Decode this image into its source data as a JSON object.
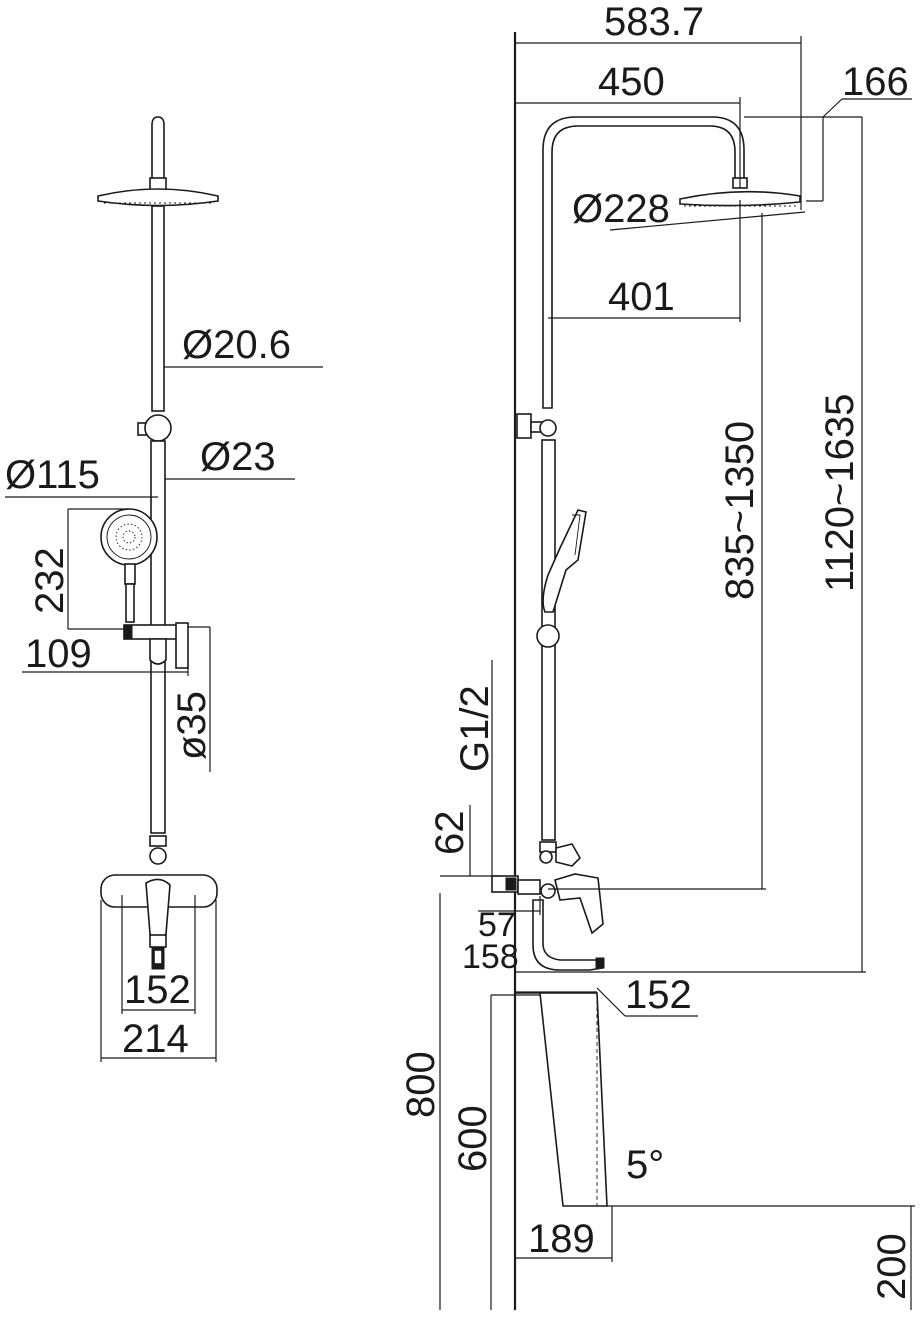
{
  "front_view": {
    "dims": {
      "pipe_dia": "Ø20.6",
      "lower_pipe_dia": "Ø23",
      "hand_shower_dia": "Ø115",
      "hand_shower_height": "232",
      "holder_offset": "109",
      "slide_bar_dia": "ø35",
      "mixer_width_inner": "152",
      "mixer_width_outer": "214"
    }
  },
  "side_view": {
    "dims": {
      "overall_reach": "583.7",
      "arm_length": "450",
      "head_offset": "166",
      "head_dia": "Ø228",
      "head_to_pipe": "401",
      "height_range_1": "835~1350",
      "height_range_2": "1120~1635",
      "inlet_thread": "G1/2",
      "inlet_height": "62",
      "inlet_depth": "57",
      "mixer_depth": "158",
      "spout_projection": "152",
      "install_height": "800",
      "basin_height": "600",
      "angle": "5°",
      "basin_depth": "189",
      "floor_gap": "200"
    }
  }
}
